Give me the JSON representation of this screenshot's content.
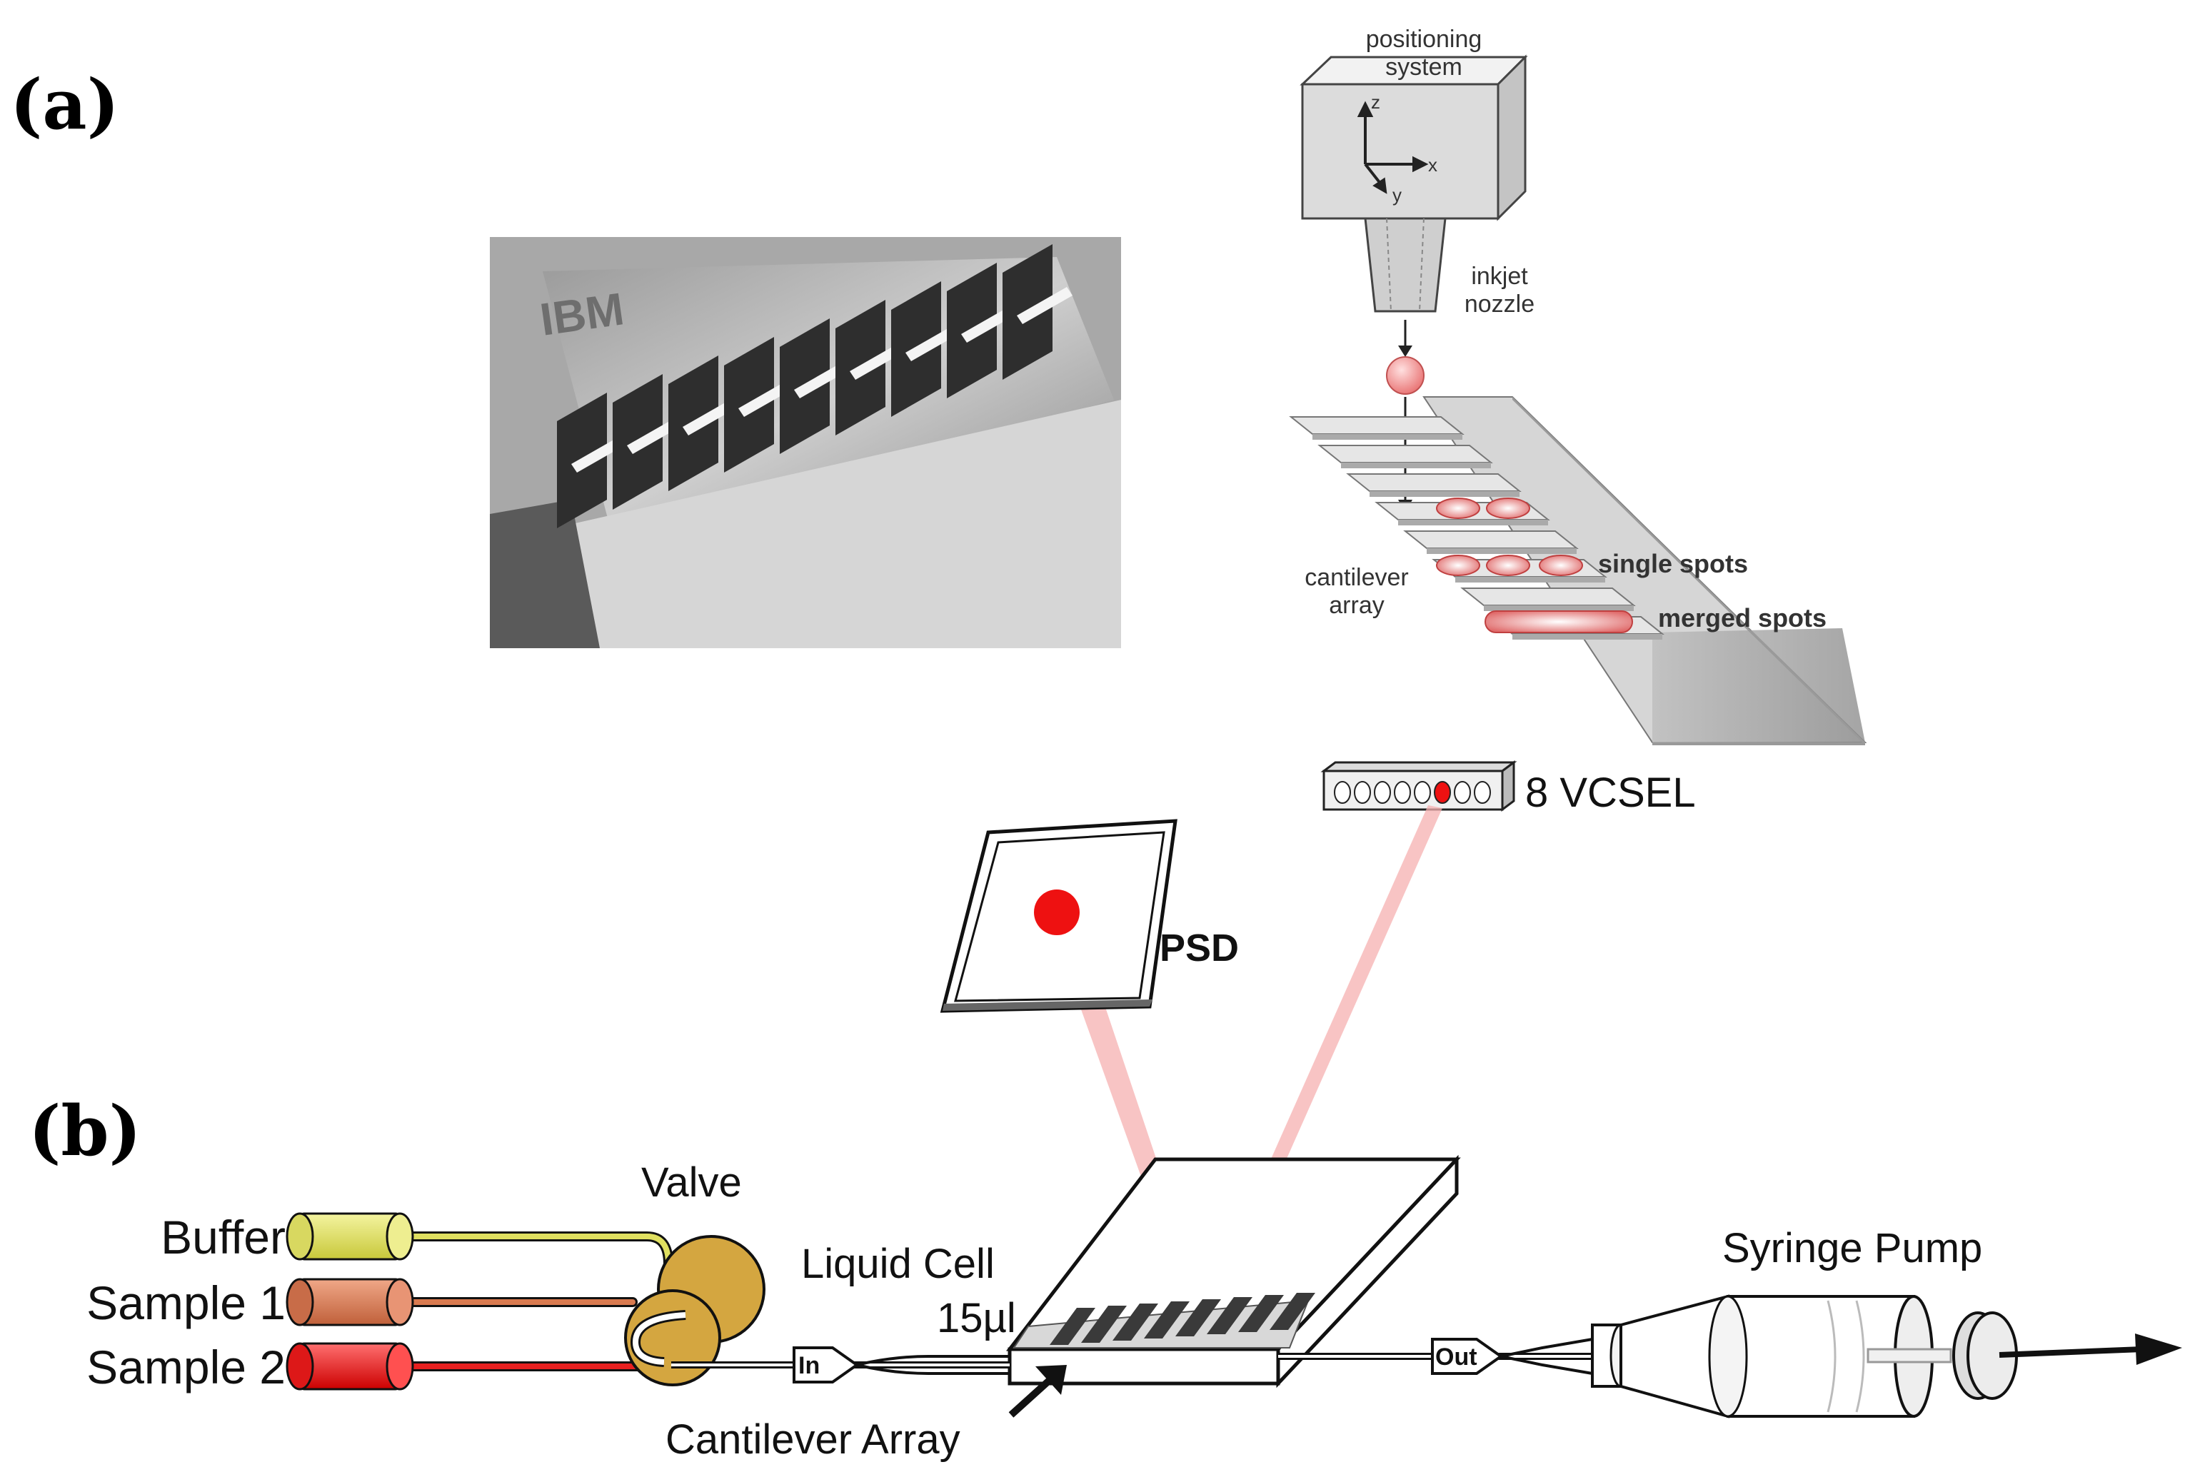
{
  "panel_a": {
    "label": "(a)",
    "positioning_system": "positioning\nsystem",
    "axis_z": "z",
    "axis_x": "x",
    "axis_y": "y",
    "inkjet_nozzle": "inkjet\nnozzle",
    "cantilever_array": "cantilever\narray",
    "single_spots": "single spots",
    "merged_spots": "merged spots",
    "sem_logo_text": "IBM"
  },
  "panel_b": {
    "label": "(b)",
    "vcsel": "8 VCSEL",
    "psd": "PSD",
    "valve": "Valve",
    "buffer": "Buffer",
    "sample1": "Sample 1",
    "sample2": "Sample 2",
    "liquid_cell": "Liquid Cell",
    "volume": "15µl",
    "in": "In",
    "out": "Out",
    "syringe_pump": "Syringe Pump",
    "cantilever_array": "Cantilever Array"
  },
  "colors": {
    "buffer": "#e0e060",
    "sample1": "#d97a4f",
    "sample2": "#e82020",
    "valve": "#d4a640",
    "laser": "#f5b0b0",
    "spot": "#ee1111"
  }
}
